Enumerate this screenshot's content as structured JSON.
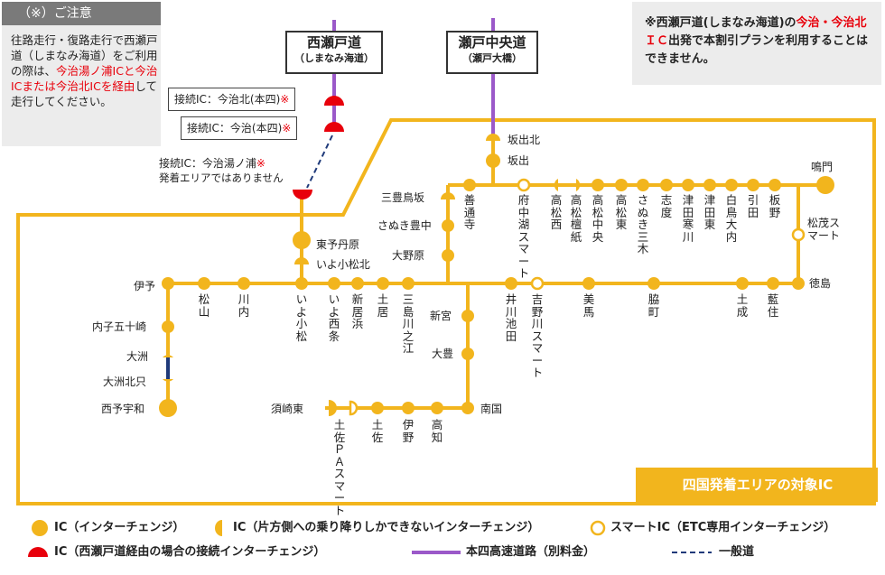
{
  "notice": {
    "heading": "（※）ご注意",
    "line1": "往路走行・復路走行で西瀬戸道（しまなみ海道）をご利用の際は、",
    "line2": "今治湯ノ浦ICと今治ICまたは今治北ICを経由",
    "line3": "して走行してください。"
  },
  "warning": {
    "part1": "※西瀬戸道(しまなみ海道)の",
    "part2": "今治・今治北ＩＣ",
    "part3": "出発で本割引プランを利用することはできません。"
  },
  "gateways": {
    "nishiseto": {
      "name": "西瀬戸道",
      "sub": "（しまなみ海道）"
    },
    "setochuo": {
      "name": "瀬戸中央道",
      "sub": "（瀬戸大橋）"
    }
  },
  "connections": {
    "imabari_kita": "接続IC：今治北(本四)",
    "imabari": "接続IC：今治(本四)",
    "yunoura": "接続IC：今治湯ノ浦",
    "mark": "※",
    "yunoura_note": "発着エリアではありません"
  },
  "area_label": "四国発着エリアの対象IC",
  "ic": {
    "sakaidekita": "坂出北",
    "sakaide": "坂出",
    "naruto": "鳴門",
    "zentsuji": "善通寺",
    "fuchuko": "府中湖スマート",
    "takamatsunishi": "高松西",
    "takamatsuhinogi": "高松檀紙",
    "takamatsuchuo": "高松中央",
    "takamatsuhigashi": "高松東",
    "sanukisanbon": "さぬき三木",
    "shido": "志度",
    "tsudasangawa": "津田寒川",
    "tsudahigashi": "津田東",
    "shirotori": "白鳥大内",
    "hiketa": "引田",
    "itano": "板野",
    "matsushige": "松茂スマート",
    "tokushima": "徳島",
    "mitoyotoshi": "三豊鳥坂",
    "sanukitoyonaka": "さぬき豊中",
    "onohara": "大野原",
    "higashiyo": "東予丹原",
    "iyokomatsukita": "いよ小松北",
    "iyo": "伊予",
    "matsuyama": "松山",
    "kawauchi": "川内",
    "iyokomatsu": "いよ小松",
    "iyosaijo": "いよ西条",
    "niihama": "新居浜",
    "doi": "土居",
    "mishima": "三島川之江",
    "ikawaikeda": "井川池田",
    "yoshinogawa": "吉野川スマート",
    "mima": "美馬",
    "wakimachi": "脇町",
    "tsuchinari": "土成",
    "aizumi": "藍住",
    "shingu": "新宮",
    "otoyo": "大豊",
    "nankoku": "南国",
    "susakihigashi": "須崎東",
    "tosapa": "土佐ＰＡスマート",
    "tosa": "土佐",
    "ino": "伊野",
    "kochi": "高知",
    "uchiko": "内子五十崎",
    "ozu": "大洲",
    "ozukitatada": "大洲北只",
    "seiyouwajima": "西予宇和"
  },
  "legend": {
    "ic_full": "IC（インターチェンジ）",
    "ic_half": "IC（片方側への乗り降りしかできないインターチェンジ）",
    "ic_smart": "スマートIC（ETC専用インターチェンジ）",
    "ic_connect": "IC（西瀬戸道経由の場合の接続インターチェンジ）",
    "honshi": "本四高速道路（別料金）",
    "ordinary": "一般道"
  },
  "colors": {
    "expressway": "#f2b51d",
    "honshi": "#9b59c9",
    "connection": "#e8000b",
    "ordinary": "#1f3a7a",
    "note_header": "#7a7a7a",
    "note_bg": "#ececec",
    "accent_text": "#e8000b"
  }
}
